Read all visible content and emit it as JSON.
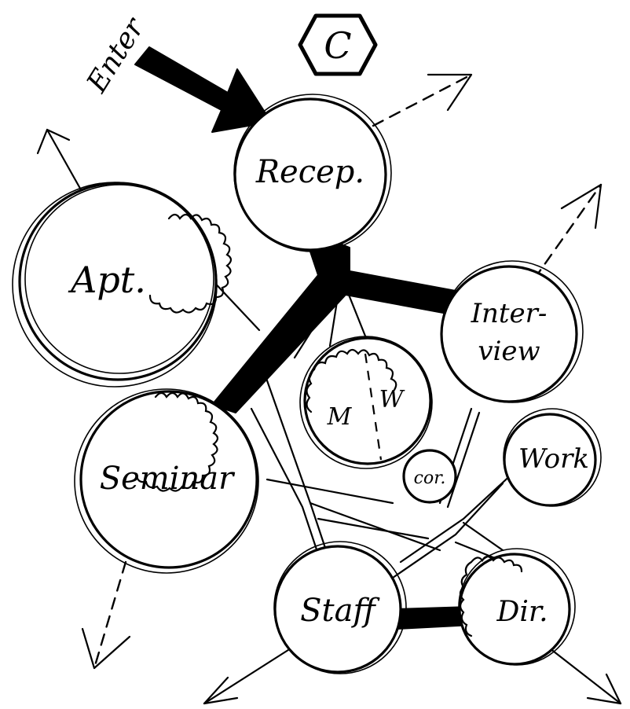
{
  "diagram": {
    "badge_label": "C",
    "entry_label": "Enter",
    "rooms": {
      "recep": "Recep.",
      "apt": "Apt.",
      "interview_line1": "Inter-",
      "interview_line2": "view",
      "mw_left": "M",
      "mw_right": "W",
      "seminar": "Seminar",
      "cor": "cor.",
      "work": "Work",
      "staff": "Staff",
      "dir": "Dir."
    }
  }
}
